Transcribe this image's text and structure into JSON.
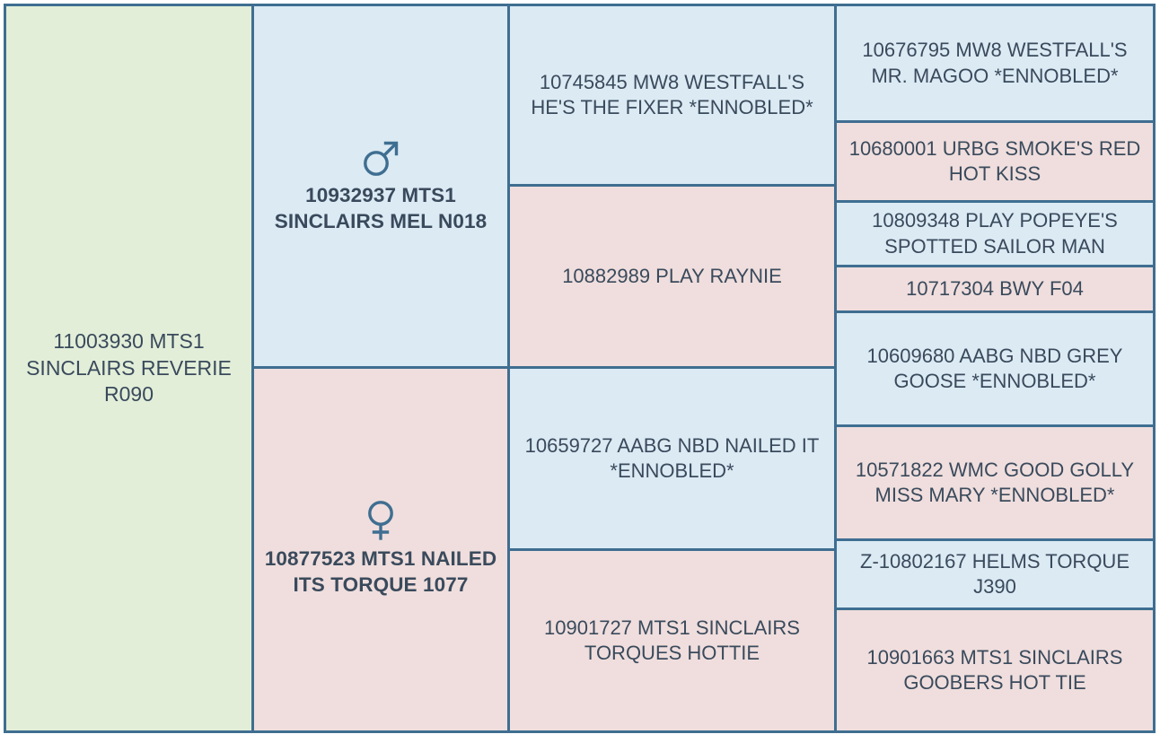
{
  "chart_data": {
    "type": "table",
    "title": "Pedigree chart",
    "colors": {
      "self_background": "#e2eed8",
      "sire_background": "#dbeaf3",
      "dam_background": "#efdedd",
      "border": "#3f6e91",
      "text": "#3a4a5c"
    },
    "generations": 4
  },
  "pedigree": {
    "self": {
      "name": "11003930 MTS1 SINCLAIRS REVERIE R090",
      "sex": "unknown",
      "background": "#e2eed8"
    },
    "sire": {
      "name": "10932937 MTS1 SINCLAIRS MEL N018",
      "sex": "male",
      "sex_icon": "mars-icon",
      "background": "#dbeaf3",
      "sire": {
        "name": "10745845 MW8 WESTFALL'S HE'S THE FIXER *ENNOBLED*",
        "background": "#dbeaf3",
        "sire": {
          "name": "10676795 MW8 WESTFALL'S MR. MAGOO *ENNOBLED*",
          "background": "#dbeaf3"
        },
        "dam": {
          "name": "10680001 URBG SMOKE'S RED HOT KISS",
          "background": "#efdedd"
        }
      },
      "dam": {
        "name": "10882989 PLAY RAYNIE",
        "background": "#efdedd",
        "sire": {
          "name": "10809348 PLAY POPEYE'S SPOTTED SAILOR MAN",
          "background": "#dbeaf3"
        },
        "dam": {
          "name": "10717304 BWY F04",
          "background": "#efdedd"
        }
      }
    },
    "dam": {
      "name": "10877523 MTS1 NAILED ITS TORQUE 1077",
      "sex": "female",
      "sex_icon": "venus-icon",
      "background": "#efdedd",
      "sire": {
        "name": "10659727 AABG NBD NAILED IT *ENNOBLED*",
        "background": "#dbeaf3",
        "sire": {
          "name": "10609680 AABG NBD GREY GOOSE *ENNOBLED*",
          "background": "#dbeaf3"
        },
        "dam": {
          "name": "10571822 WMC GOOD GOLLY MISS MARY *ENNOBLED*",
          "background": "#efdedd"
        }
      },
      "dam": {
        "name": "10901727 MTS1 SINCLAIRS TORQUES HOTTIE",
        "background": "#efdedd",
        "sire": {
          "name": "Z-10802167 HELMS TORQUE J390",
          "background": "#dbeaf3"
        },
        "dam": {
          "name": "10901663 MTS1 SINCLAIRS GOOBERS HOT TIE",
          "background": "#efdedd"
        }
      }
    }
  }
}
